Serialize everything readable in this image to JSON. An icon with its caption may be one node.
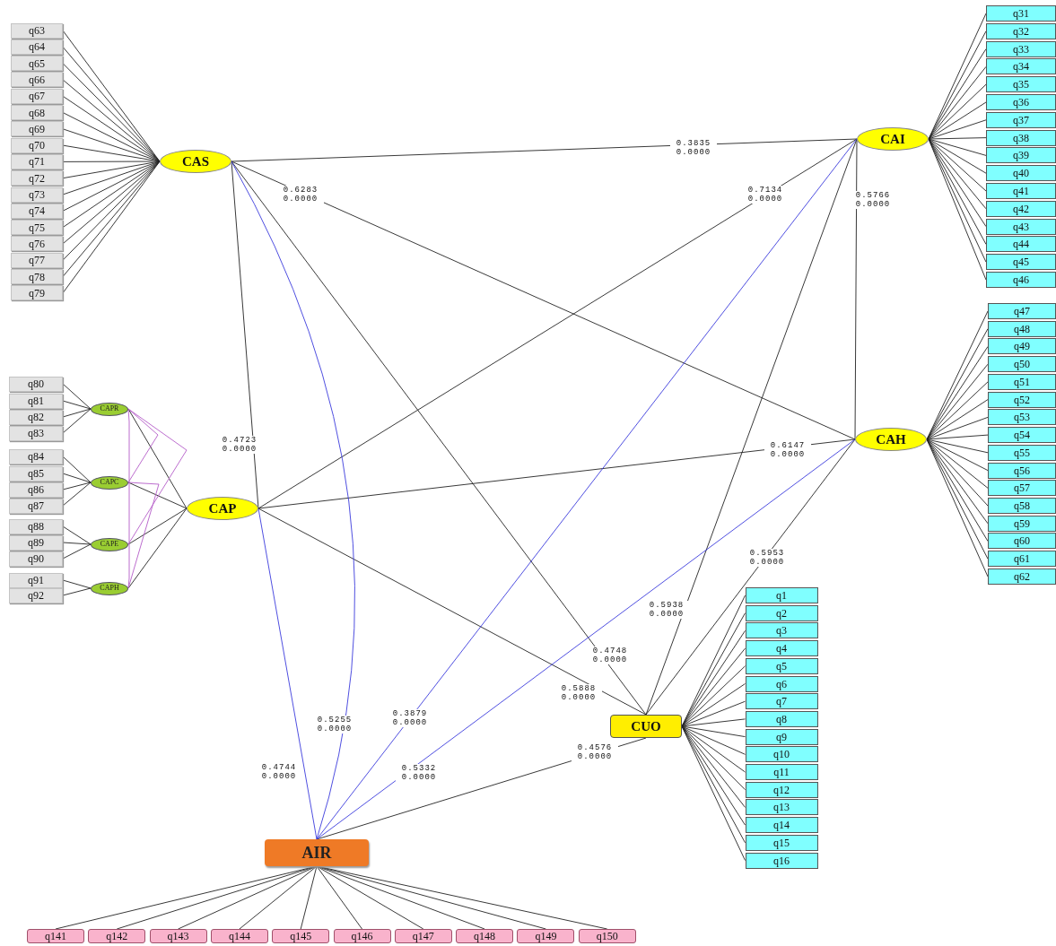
{
  "diagram": {
    "nodes": [
      {
        "text": [
          "q63"
        ]
      },
      {
        "text": [
          "q64"
        ]
      },
      {
        "text": [
          "q65"
        ]
      },
      {
        "text": [
          "q66"
        ]
      },
      {
        "text": [
          "q67"
        ]
      },
      {
        "text": [
          "q68"
        ]
      },
      {
        "text": [
          "q69"
        ]
      },
      {
        "text": [
          "q70"
        ]
      },
      {
        "text": [
          "q71"
        ]
      },
      {
        "text": [
          "q72"
        ]
      },
      {
        "text": [
          "q73"
        ]
      },
      {
        "text": [
          "q74"
        ]
      },
      {
        "text": [
          "q75"
        ]
      },
      {
        "text": [
          "q76"
        ]
      },
      {
        "text": [
          "q77"
        ]
      },
      {
        "text": [
          "q78"
        ]
      },
      {
        "text": [
          "q79"
        ]
      },
      {
        "text": [
          "CAS"
        ]
      },
      {
        "text": [
          "q31"
        ]
      },
      {
        "text": [
          "q32"
        ]
      },
      {
        "text": [
          "q33"
        ]
      },
      {
        "text": [
          "q34"
        ]
      },
      {
        "text": [
          "q35"
        ]
      },
      {
        "text": [
          "q36"
        ]
      },
      {
        "text": [
          "q37"
        ]
      },
      {
        "text": [
          "q38"
        ]
      },
      {
        "text": [
          "q39"
        ]
      },
      {
        "text": [
          "q40"
        ]
      },
      {
        "text": [
          "q41"
        ]
      },
      {
        "text": [
          "q42"
        ]
      },
      {
        "text": [
          "q43"
        ]
      },
      {
        "text": [
          "q44"
        ]
      },
      {
        "text": [
          "q45"
        ]
      },
      {
        "text": [
          "q46"
        ]
      },
      {
        "text": [
          "CAI"
        ]
      },
      {
        "text": [
          "q80"
        ]
      },
      {
        "text": [
          "q81"
        ]
      },
      {
        "text": [
          "q82"
        ]
      },
      {
        "text": [
          "q83"
        ]
      },
      {
        "text": [
          "CAPR"
        ]
      },
      {
        "text": [
          "q84"
        ]
      },
      {
        "text": [
          "q85"
        ]
      },
      {
        "text": [
          "q86"
        ]
      },
      {
        "text": [
          "q87"
        ]
      },
      {
        "text": [
          "CAPC"
        ]
      },
      {
        "text": [
          "q88"
        ]
      },
      {
        "text": [
          "q89"
        ]
      },
      {
        "text": [
          "q90"
        ]
      },
      {
        "text": [
          "CAPE"
        ]
      },
      {
        "text": [
          "q91"
        ]
      },
      {
        "text": [
          "q92"
        ]
      },
      {
        "text": [
          "CAPH"
        ]
      },
      {
        "text": [
          "CAP"
        ]
      },
      {
        "text": [
          "q47"
        ]
      },
      {
        "text": [
          "q48"
        ]
      },
      {
        "text": [
          "q49"
        ]
      },
      {
        "text": [
          "q50"
        ]
      },
      {
        "text": [
          "q51"
        ]
      },
      {
        "text": [
          "q52"
        ]
      },
      {
        "text": [
          "q53"
        ]
      },
      {
        "text": [
          "q54"
        ]
      },
      {
        "text": [
          "q55"
        ]
      },
      {
        "text": [
          "q56"
        ]
      },
      {
        "text": [
          "q57"
        ]
      },
      {
        "text": [
          "q58"
        ]
      },
      {
        "text": [
          "q59"
        ]
      },
      {
        "text": [
          "q60"
        ]
      },
      {
        "text": [
          "q61"
        ]
      },
      {
        "text": [
          "q62"
        ]
      },
      {
        "text": [
          "CAH"
        ]
      },
      {
        "text": [
          "q1"
        ]
      },
      {
        "text": [
          "q2"
        ]
      },
      {
        "text": [
          "q3"
        ]
      },
      {
        "text": [
          "q4"
        ]
      },
      {
        "text": [
          "q5"
        ]
      },
      {
        "text": [
          "q6"
        ]
      },
      {
        "text": [
          "q7"
        ]
      },
      {
        "text": [
          "q8"
        ]
      },
      {
        "text": [
          "q9"
        ]
      },
      {
        "text": [
          "q10"
        ]
      },
      {
        "text": [
          "q11"
        ]
      },
      {
        "text": [
          "q12"
        ]
      },
      {
        "text": [
          "q13"
        ]
      },
      {
        "text": [
          "q14"
        ]
      },
      {
        "text": [
          "q15"
        ]
      },
      {
        "text": [
          "q16"
        ]
      },
      {
        "text": [
          "CUO"
        ]
      },
      {
        "text": [
          "AIR"
        ]
      },
      {
        "text": [
          "q141"
        ]
      },
      {
        "text": [
          "q142"
        ]
      },
      {
        "text": [
          "q143"
        ]
      },
      {
        "text": [
          "q144"
        ]
      },
      {
        "text": [
          "q145"
        ]
      },
      {
        "text": [
          "q146"
        ]
      },
      {
        "text": [
          "q147"
        ]
      },
      {
        "text": [
          "q148"
        ]
      },
      {
        "text": [
          "q149"
        ]
      },
      {
        "text": [
          "q150"
        ]
      }
    ],
    "edges": [
      {
        "from": 17,
        "to": 34,
        "arrow": "none",
        "label": "0.3835 0.0000"
      },
      {
        "from": 17,
        "to": 69,
        "arrow": "none",
        "label": "0.6283 0.0000"
      },
      {
        "from": 52,
        "to": 34,
        "arrow": "none",
        "label": "0.7134 0.0000"
      },
      {
        "from": 34,
        "to": 69,
        "arrow": "none",
        "label": "0.5766 0.0000"
      },
      {
        "from": 52,
        "to": 69,
        "arrow": "none",
        "label": "0.6147 0.0000"
      },
      {
        "from": 69,
        "to": 86,
        "arrow": "none",
        "label": "0.5953 0.0000"
      },
      {
        "from": 34,
        "to": 86,
        "arrow": "none",
        "label": "0.5938 0.0000"
      },
      {
        "from": 17,
        "to": 86,
        "arrow": "none",
        "label": "0.4748 0.0000"
      },
      {
        "from": 52,
        "to": 86,
        "arrow": "none",
        "label": "0.5888 0.0000"
      },
      {
        "from": 87,
        "to": 86,
        "arrow": "none",
        "label": "0.4576 0.0000"
      },
      {
        "from": 17,
        "to": 52,
        "arrow": "none",
        "label": "0.4723 0.0000"
      },
      {
        "from": 87,
        "to": 52,
        "arrow": "none",
        "label": "0.4744 0.0000",
        "color": "#3b3bdc"
      },
      {
        "from": 87,
        "to": 17,
        "arrow": "none",
        "label": "0.5255 0.0000",
        "color": "#3b3bdc"
      },
      {
        "from": 87,
        "to": 34,
        "arrow": "none",
        "label": "0.3879 0.0000",
        "color": "#3b3bdc"
      },
      {
        "from": 87,
        "to": 69,
        "arrow": "none",
        "label": "0.5332 0.0000",
        "color": "#3b3bdc"
      },
      {
        "from": 39,
        "to": 52,
        "arrow": "none"
      },
      {
        "from": 44,
        "to": 52,
        "arrow": "none"
      },
      {
        "from": 48,
        "to": 52,
        "arrow": "none"
      },
      {
        "from": 51,
        "to": 52,
        "arrow": "none"
      },
      {
        "from": 39,
        "to": 51,
        "arrow": "none",
        "color": "#b45cc8"
      },
      {
        "from": 39,
        "to": 48,
        "arrow": "none",
        "color": "#b45cc8"
      },
      {
        "from": 39,
        "to": 44,
        "arrow": "none",
        "color": "#b45cc8"
      },
      {
        "from": 44,
        "to": 51,
        "arrow": "none",
        "color": "#b45cc8"
      },
      {
        "from": 0,
        "to": 17,
        "arrow": "none"
      },
      {
        "from": 1,
        "to": 17,
        "arrow": "none"
      },
      {
        "from": 2,
        "to": 17,
        "arrow": "none"
      },
      {
        "from": 3,
        "to": 17,
        "arrow": "none"
      },
      {
        "from": 4,
        "to": 17,
        "arrow": "none"
      },
      {
        "from": 5,
        "to": 17,
        "arrow": "none"
      },
      {
        "from": 6,
        "to": 17,
        "arrow": "none"
      },
      {
        "from": 7,
        "to": 17,
        "arrow": "none"
      },
      {
        "from": 8,
        "to": 17,
        "arrow": "none"
      },
      {
        "from": 9,
        "to": 17,
        "arrow": "none"
      },
      {
        "from": 10,
        "to": 17,
        "arrow": "none"
      },
      {
        "from": 11,
        "to": 17,
        "arrow": "none"
      },
      {
        "from": 12,
        "to": 17,
        "arrow": "none"
      },
      {
        "from": 13,
        "to": 17,
        "arrow": "none"
      },
      {
        "from": 14,
        "to": 17,
        "arrow": "none"
      },
      {
        "from": 15,
        "to": 17,
        "arrow": "none"
      },
      {
        "from": 16,
        "to": 17,
        "arrow": "none"
      },
      {
        "from": 18,
        "to": 34,
        "arrow": "none"
      },
      {
        "from": 19,
        "to": 34,
        "arrow": "none"
      },
      {
        "from": 20,
        "to": 34,
        "arrow": "none"
      },
      {
        "from": 21,
        "to": 34,
        "arrow": "none"
      },
      {
        "from": 22,
        "to": 34,
        "arrow": "none"
      },
      {
        "from": 23,
        "to": 34,
        "arrow": "none"
      },
      {
        "from": 24,
        "to": 34,
        "arrow": "none"
      },
      {
        "from": 25,
        "to": 34,
        "arrow": "none"
      },
      {
        "from": 26,
        "to": 34,
        "arrow": "none"
      },
      {
        "from": 27,
        "to": 34,
        "arrow": "none"
      },
      {
        "from": 28,
        "to": 34,
        "arrow": "none"
      },
      {
        "from": 29,
        "to": 34,
        "arrow": "none"
      },
      {
        "from": 30,
        "to": 34,
        "arrow": "none"
      },
      {
        "from": 31,
        "to": 34,
        "arrow": "none"
      },
      {
        "from": 32,
        "to": 34,
        "arrow": "none"
      },
      {
        "from": 33,
        "to": 34,
        "arrow": "none"
      },
      {
        "from": 35,
        "to": 39,
        "arrow": "none"
      },
      {
        "from": 36,
        "to": 39,
        "arrow": "none"
      },
      {
        "from": 37,
        "to": 39,
        "arrow": "none"
      },
      {
        "from": 38,
        "to": 39,
        "arrow": "none"
      },
      {
        "from": 40,
        "to": 44,
        "arrow": "none"
      },
      {
        "from": 41,
        "to": 44,
        "arrow": "none"
      },
      {
        "from": 42,
        "to": 44,
        "arrow": "none"
      },
      {
        "from": 43,
        "to": 44,
        "arrow": "none"
      },
      {
        "from": 45,
        "to": 48,
        "arrow": "none"
      },
      {
        "from": 46,
        "to": 48,
        "arrow": "none"
      },
      {
        "from": 47,
        "to": 48,
        "arrow": "none"
      },
      {
        "from": 49,
        "to": 51,
        "arrow": "none"
      },
      {
        "from": 50,
        "to": 51,
        "arrow": "none"
      },
      {
        "from": 53,
        "to": 69,
        "arrow": "none"
      },
      {
        "from": 54,
        "to": 69,
        "arrow": "none"
      },
      {
        "from": 55,
        "to": 69,
        "arrow": "none"
      },
      {
        "from": 56,
        "to": 69,
        "arrow": "none"
      },
      {
        "from": 57,
        "to": 69,
        "arrow": "none"
      },
      {
        "from": 58,
        "to": 69,
        "arrow": "none"
      },
      {
        "from": 59,
        "to": 69,
        "arrow": "none"
      },
      {
        "from": 60,
        "to": 69,
        "arrow": "none"
      },
      {
        "from": 61,
        "to": 69,
        "arrow": "none"
      },
      {
        "from": 62,
        "to": 69,
        "arrow": "none"
      },
      {
        "from": 63,
        "to": 69,
        "arrow": "none"
      },
      {
        "from": 64,
        "to": 69,
        "arrow": "none"
      },
      {
        "from": 65,
        "to": 69,
        "arrow": "none"
      },
      {
        "from": 66,
        "to": 69,
        "arrow": "none"
      },
      {
        "from": 67,
        "to": 69,
        "arrow": "none"
      },
      {
        "from": 68,
        "to": 69,
        "arrow": "none"
      },
      {
        "from": 70,
        "to": 86,
        "arrow": "none"
      },
      {
        "from": 71,
        "to": 86,
        "arrow": "none"
      },
      {
        "from": 72,
        "to": 86,
        "arrow": "none"
      },
      {
        "from": 73,
        "to": 86,
        "arrow": "none"
      },
      {
        "from": 74,
        "to": 86,
        "arrow": "none"
      },
      {
        "from": 75,
        "to": 86,
        "arrow": "none"
      },
      {
        "from": 76,
        "to": 86,
        "arrow": "none"
      },
      {
        "from": 77,
        "to": 86,
        "arrow": "none"
      },
      {
        "from": 78,
        "to": 86,
        "arrow": "none"
      },
      {
        "from": 79,
        "to": 86,
        "arrow": "none"
      },
      {
        "from": 80,
        "to": 86,
        "arrow": "none"
      },
      {
        "from": 81,
        "to": 86,
        "arrow": "none"
      },
      {
        "from": 82,
        "to": 86,
        "arrow": "none"
      },
      {
        "from": 83,
        "to": 86,
        "arrow": "none"
      },
      {
        "from": 84,
        "to": 86,
        "arrow": "none"
      },
      {
        "from": 85,
        "to": 86,
        "arrow": "none"
      },
      {
        "from": 88,
        "to": 87,
        "arrow": "none"
      },
      {
        "from": 89,
        "to": 87,
        "arrow": "none"
      },
      {
        "from": 90,
        "to": 87,
        "arrow": "none"
      },
      {
        "from": 91,
        "to": 87,
        "arrow": "none"
      },
      {
        "from": 92,
        "to": 87,
        "arrow": "none"
      },
      {
        "from": 93,
        "to": 87,
        "arrow": "none"
      },
      {
        "from": 94,
        "to": 87,
        "arrow": "none"
      },
      {
        "from": 95,
        "to": 87,
        "arrow": "none"
      },
      {
        "from": 96,
        "to": 87,
        "arrow": "none"
      },
      {
        "from": 97,
        "to": 87,
        "arrow": "none"
      }
    ]
  }
}
